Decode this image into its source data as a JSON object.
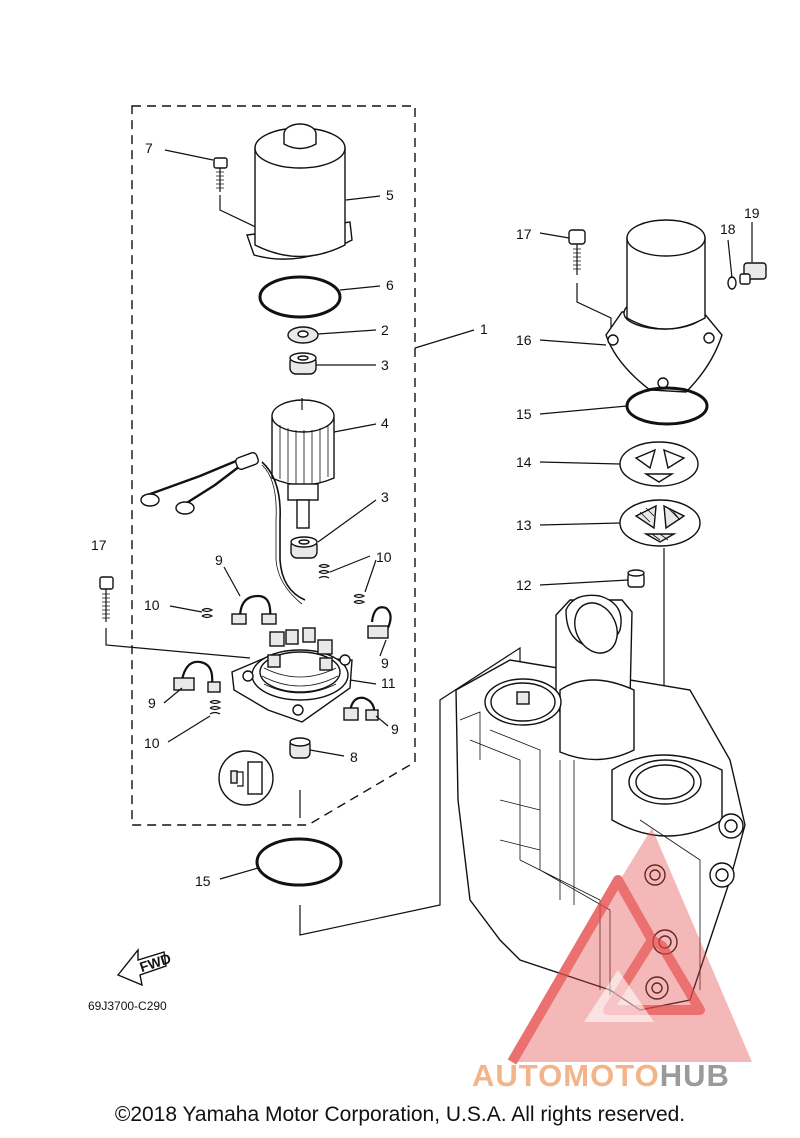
{
  "diagram_code": "69J3700-C290",
  "copyright": "©2018 Yamaha Motor Corporation, U.S.A. All rights reserved.",
  "fwd_label": "FWD",
  "watermark": {
    "part1": "AUTOMOTO",
    "part2": "HUB",
    "color1": "#f3b489",
    "color2": "#9a9a9a",
    "triangle_color": "#e64a4a"
  },
  "callouts": {
    "c7": "7",
    "c5": "5",
    "c6": "6",
    "c2": "2",
    "c3a": "3",
    "c4": "4",
    "c3b": "3",
    "c1": "1",
    "c17a": "17",
    "c10a": "10",
    "c9a": "9",
    "c10b": "10",
    "c9b": "9",
    "c9c": "9",
    "c11": "11",
    "c10c": "10",
    "c9d": "9",
    "c8": "8",
    "c15a": "15",
    "c17b": "17",
    "c18": "18",
    "c19": "19",
    "c16": "16",
    "c15b": "15",
    "c14": "14",
    "c13": "13",
    "c12": "12"
  }
}
